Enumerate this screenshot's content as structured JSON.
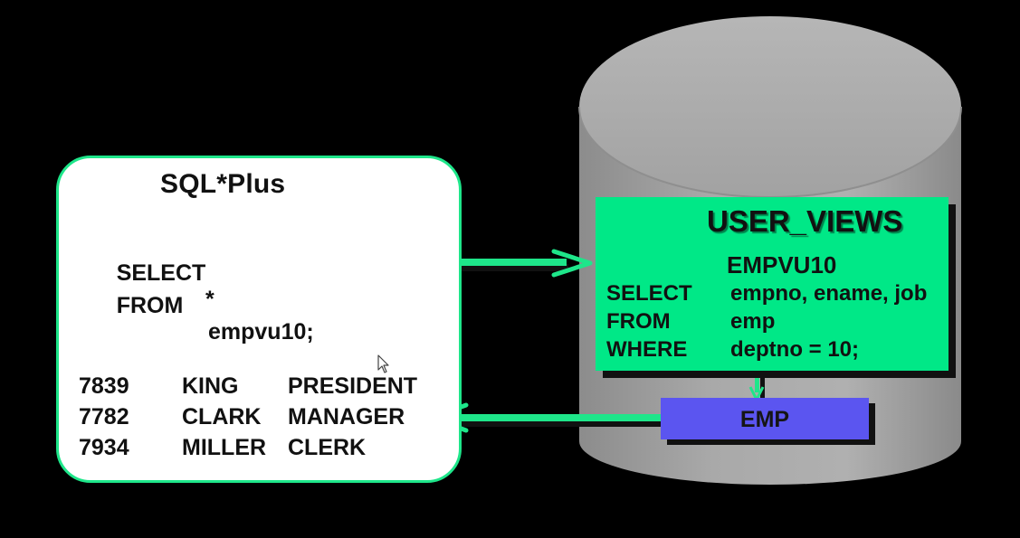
{
  "sqlplus": {
    "title": "SQL*Plus",
    "query": [
      {
        "keyword": "SELECT",
        "value": "*"
      },
      {
        "keyword": "FROM",
        "value": "empvu10;"
      }
    ],
    "results": [
      {
        "empno": "7839",
        "ename": "KING",
        "job": "PRESIDENT"
      },
      {
        "empno": "7782",
        "ename": "CLARK",
        "job": "MANAGER"
      },
      {
        "empno": "7934",
        "ename": "MILLER",
        "job": "CLERK"
      }
    ]
  },
  "user_views": {
    "title": "USER_VIEWS",
    "view_name": "EMPVU10",
    "definition": [
      {
        "keyword": "SELECT",
        "value": "empno, ename, job"
      },
      {
        "keyword": "FROM",
        "value": "emp"
      },
      {
        "keyword": "WHERE",
        "value": "deptno = 10;"
      }
    ]
  },
  "table": {
    "label": "EMP"
  },
  "colors": {
    "background": "#000000",
    "cylinder": "#a8a8a8",
    "accent_green": "#00e887",
    "arrow_green": "#1ee68a",
    "table_blue": "#5b55f0"
  }
}
